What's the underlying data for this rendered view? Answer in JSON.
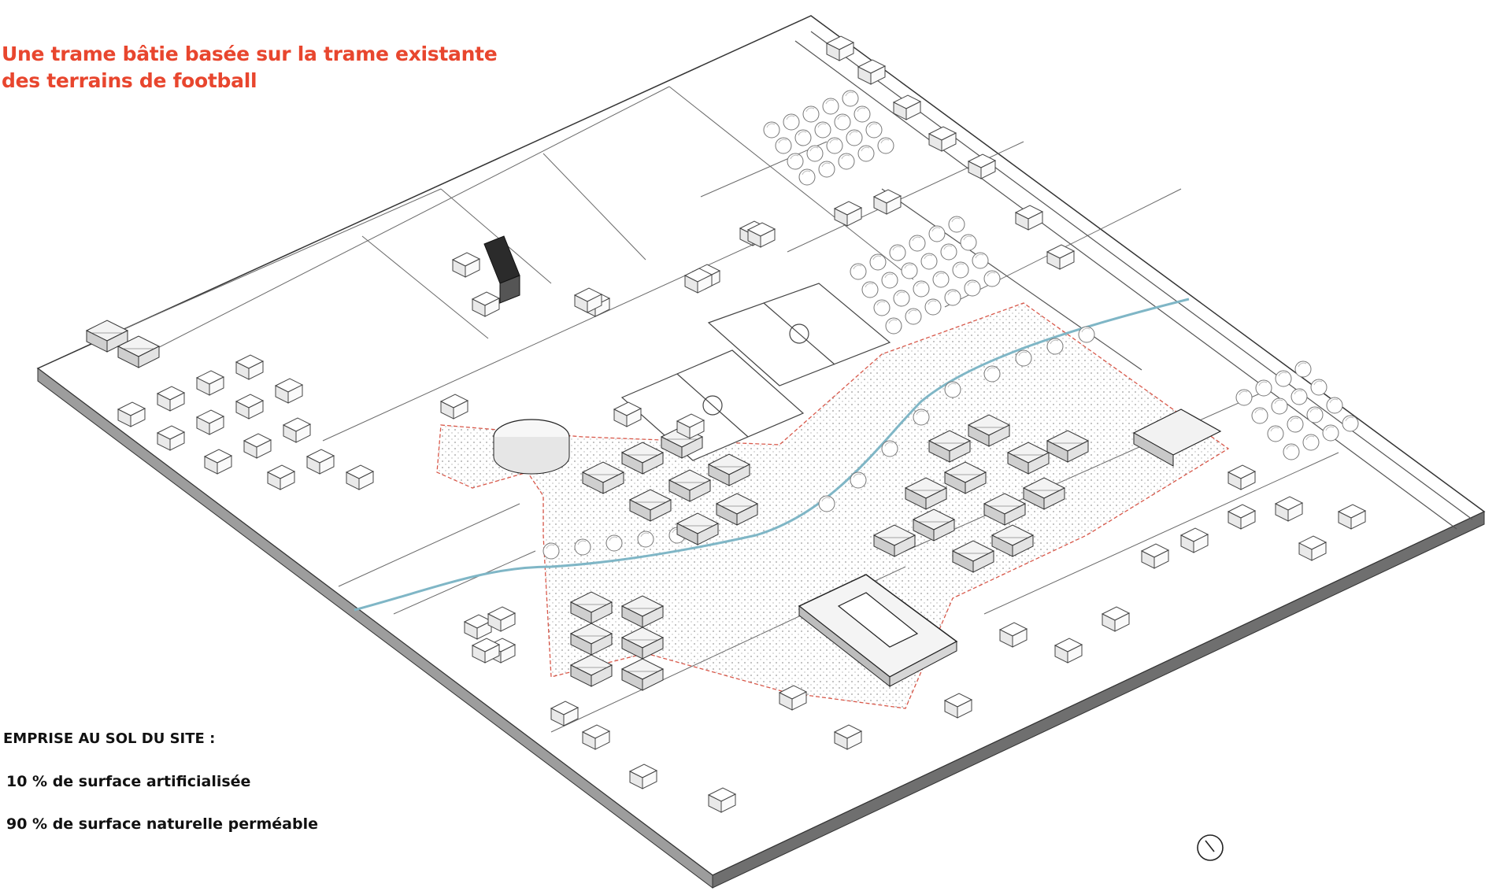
{
  "title": "Une trame bâtie basée sur la trame existante des terrains de football",
  "stats": {
    "heading": "EMPRISE AU SOL DU SITE :",
    "items": [
      "10 % de surface artificialisée",
      "90 % de surface naturelle perméable"
    ]
  },
  "colors": {
    "accent": "#e8462e",
    "site_boundary": "#d8584a",
    "water": "#7fb6c6",
    "line": "#555555",
    "hatch": "#dddddd"
  },
  "icons": [
    "north-arrow-icon"
  ]
}
